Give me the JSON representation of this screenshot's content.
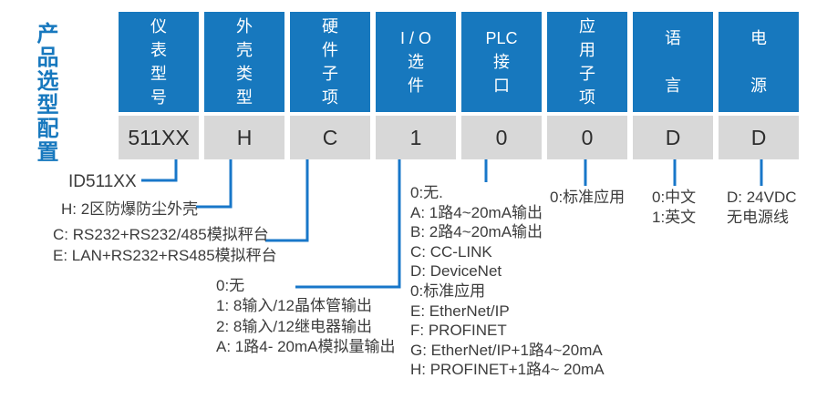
{
  "page": {
    "title": "产品选型配置"
  },
  "selector_table": {
    "columns": [
      {
        "name": "instrument-model",
        "header_lines": [
          "仪",
          "表",
          "型",
          "号"
        ],
        "value": "511XX"
      },
      {
        "name": "enclosure-type",
        "header_lines": [
          "外",
          "壳",
          "类",
          "型"
        ],
        "value": "H"
      },
      {
        "name": "hardware-subitem",
        "header_lines": [
          "硬",
          "件",
          "子",
          "项"
        ],
        "value": "C"
      },
      {
        "name": "io-options",
        "header_lines": [
          "I / O",
          "选",
          "件"
        ],
        "value": "1"
      },
      {
        "name": "plc-interface",
        "header_lines": [
          "PLC",
          "接",
          "口"
        ],
        "value": "0"
      },
      {
        "name": "application-subitem",
        "header_lines": [
          "应",
          "用",
          "子",
          "项"
        ],
        "value": "0"
      },
      {
        "name": "language",
        "header_lines": [
          "语",
          "",
          "言"
        ],
        "value": "D"
      },
      {
        "name": "power",
        "header_lines": [
          "电",
          "",
          "源"
        ],
        "value": "D"
      }
    ]
  },
  "notes": {
    "model": [
      "ID511XX"
    ],
    "enclosure": [
      "H: 2区防爆防尘外壳"
    ],
    "hardware": [
      "C: RS232+RS232/485模拟秤台",
      "E: LAN+RS232+RS485模拟秤台"
    ],
    "io": [
      "0:无",
      "1: 8输入/12晶体管输出",
      "2: 8输入/12继电器输出",
      "A: 1路4- 20mA模拟量输出"
    ],
    "plc": [
      "0:无.",
      "A: 1路4~20mA输出",
      "B: 2路4~20mA输出",
      "C: CC-LINK",
      "D: DeviceNet",
      "0:标准应用",
      "E: EtherNet/IP",
      "F: PROFINET",
      "G: EtherNet/IP+1路4~20mA",
      "H: PROFINET+1路4~ 20mA"
    ],
    "application": [
      "0:标准应用"
    ],
    "language": [
      "0:中文",
      "1:英文"
    ],
    "power": [
      "D: 24VDC",
      "无电源线"
    ]
  },
  "colors": {
    "accent_blue": "#1778BE",
    "connector_blue": "#1877C9",
    "value_box_gray": "#D8D8D8",
    "note_text": "#3C3C3C"
  }
}
